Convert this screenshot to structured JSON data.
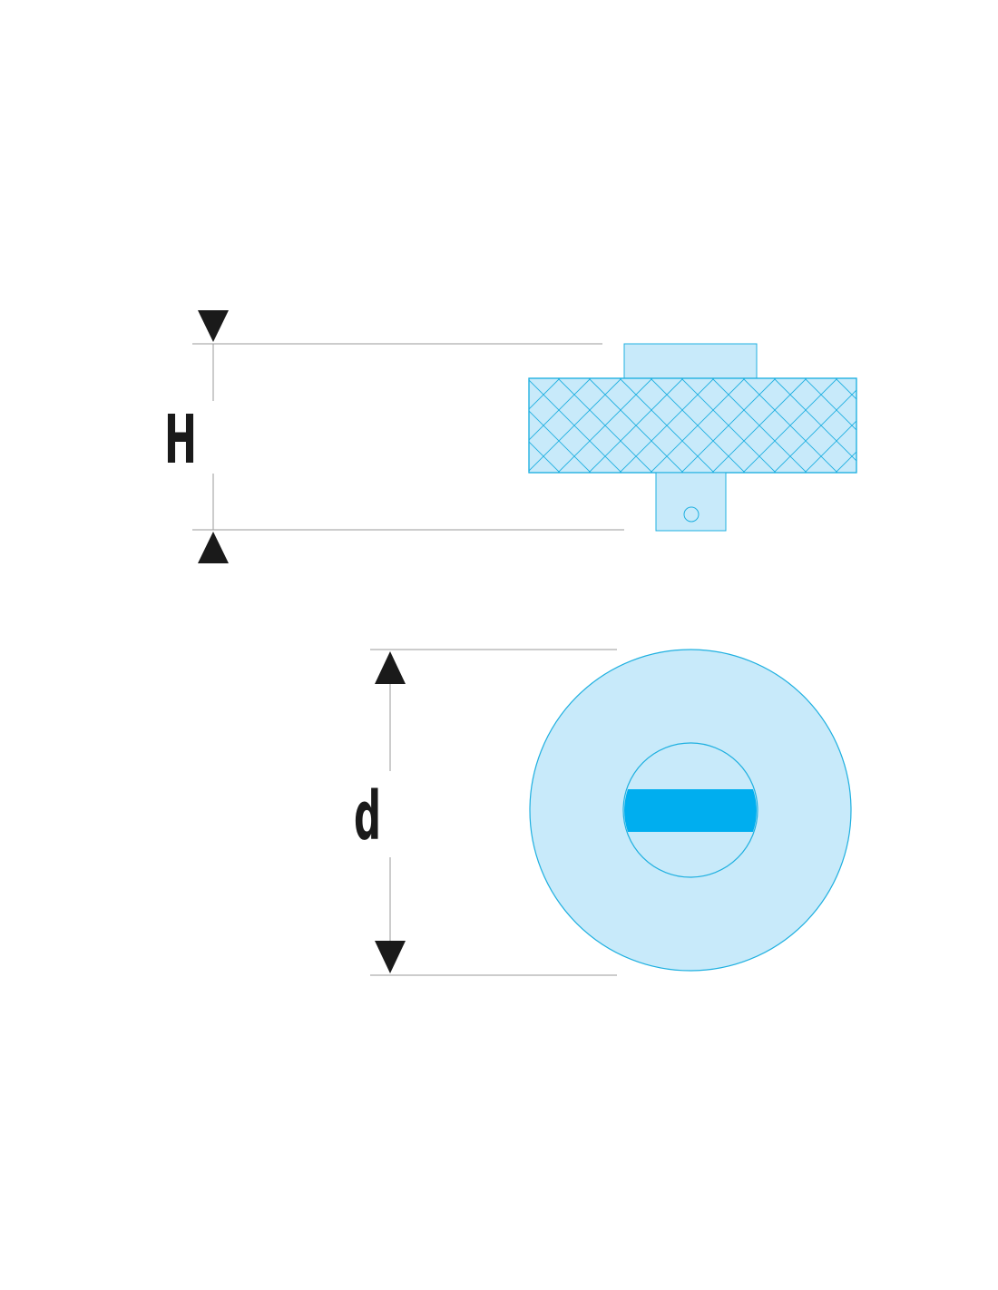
{
  "dimensions": {
    "height_label": "H",
    "diameter_label": "d"
  },
  "colors": {
    "part_fill": "#c8eafa",
    "part_stroke": "#1fb0e0",
    "slot_fill": "#00aeef",
    "dimension_line": "#9a9a9a",
    "arrow_fill": "#1a1a1a",
    "label_text": "#1a1a1a"
  },
  "views": [
    "side-view",
    "top-view"
  ]
}
